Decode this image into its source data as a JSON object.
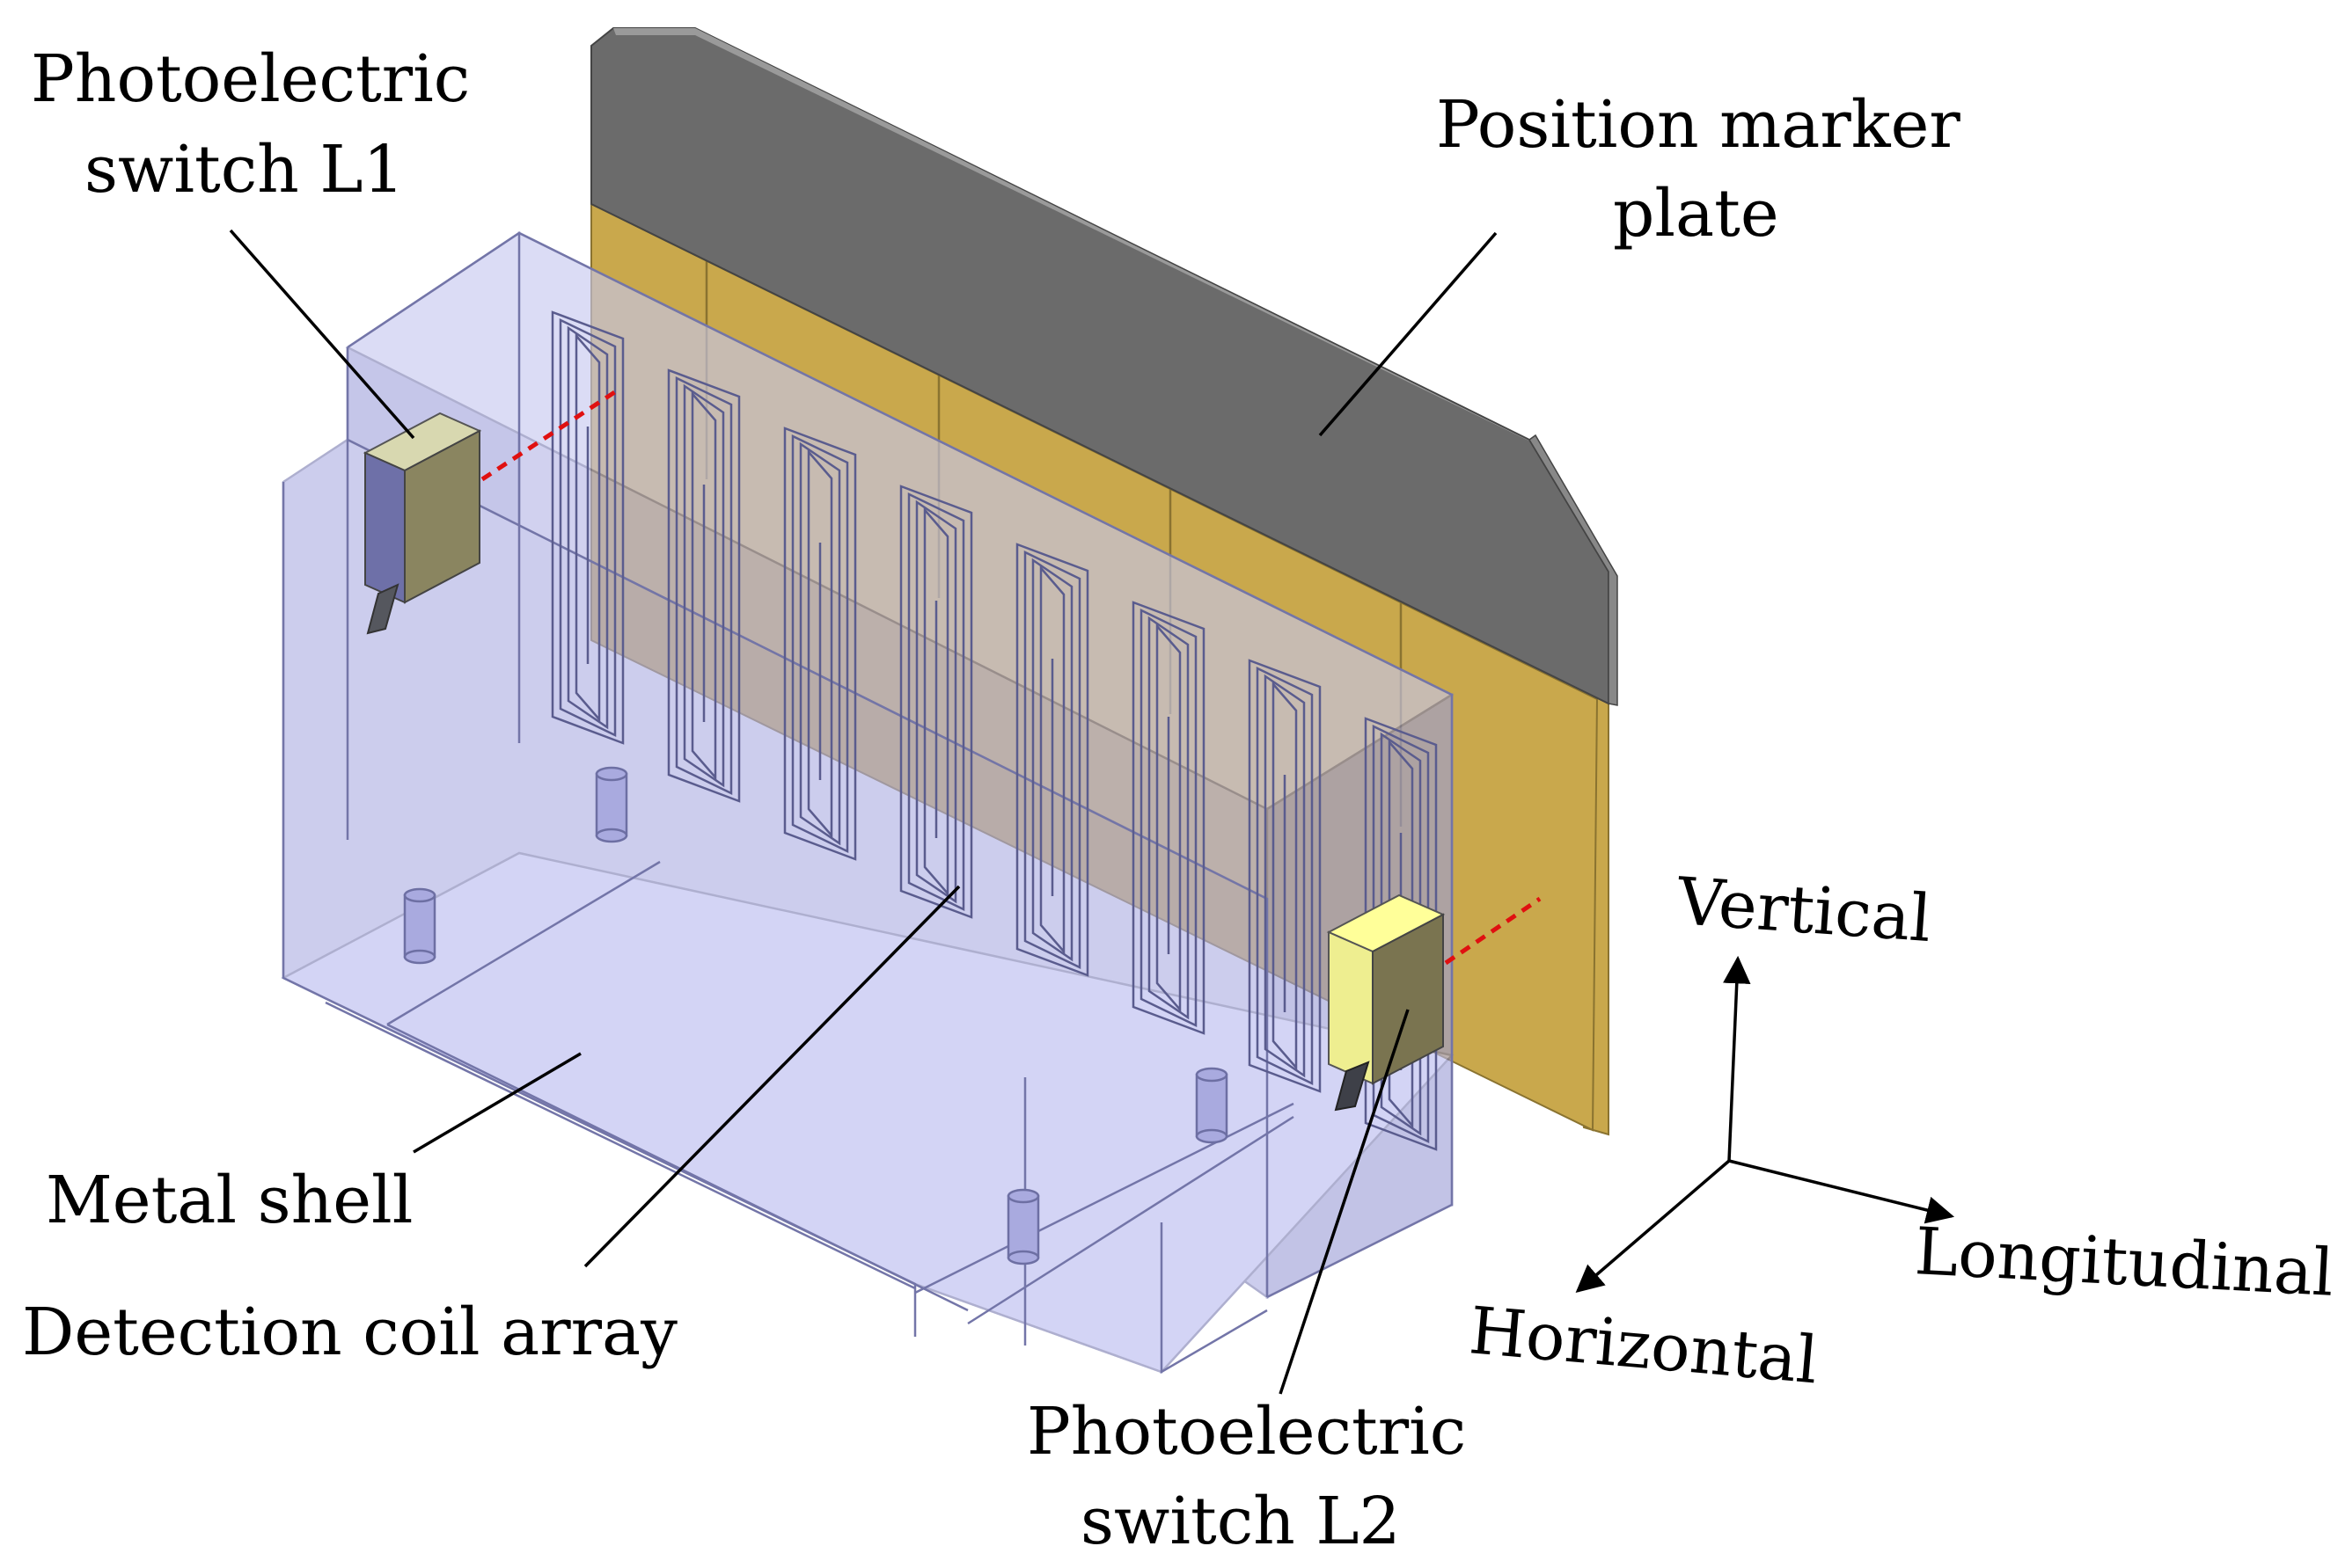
{
  "labels": {
    "photo_l1": [
      "Photoelectric",
      "switch L1"
    ],
    "marker_plate": [
      "Position marker",
      "plate"
    ],
    "metal_shell": "Metal shell",
    "coil_array": "Detection coil array",
    "photo_l2": [
      "Photoelectric",
      "switch L2"
    ]
  },
  "axes": {
    "vertical": "Vertical",
    "longitudinal": "Longitudinal",
    "horizontal": "Horizontal"
  },
  "colors": {
    "marker_plate": "#6b6b6b",
    "gold_strip": "#c9a84c",
    "shell": "#b5b6e6",
    "sensor_face": "#ffff99",
    "sensor_body": "#7a7450",
    "beam": "#e01010"
  }
}
